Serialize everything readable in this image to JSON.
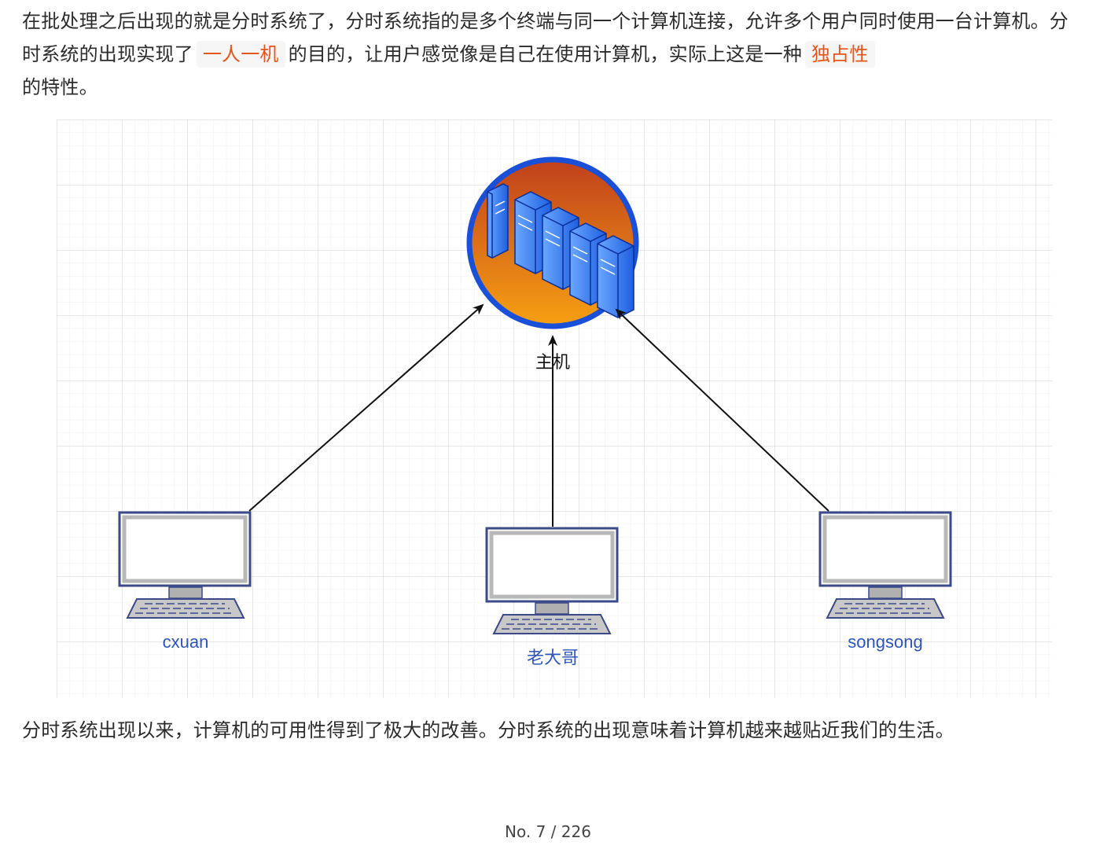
{
  "paragraph1": {
    "part1": "在批处理之后出现的就是分时系统了，分时系统指的是多个终端与同一个计算机连接，允许多个用户同时使用一台计算机。分时系统的出现实现了",
    "highlight1": "一人一机",
    "part2": "的目的，让用户感觉像是自己在使用计算机，实际上这是一种",
    "highlight2": "独占性",
    "part3": "的特性。"
  },
  "diagram": {
    "host_label": "主机",
    "terminals": [
      {
        "label": "cxuan"
      },
      {
        "label": "老大哥"
      },
      {
        "label": "songsong"
      }
    ],
    "colors": {
      "host_ring": "#1a4fd8",
      "host_fill_top": "#c3461a",
      "host_fill_bottom": "#f59a12",
      "server_blue": "#2a6fe8",
      "monitor_frame": "#3d4a8a",
      "terminal_label": "#2d55b8",
      "grid": "#e3e3e3"
    }
  },
  "paragraph2": "分时系统出现以来，计算机的可用性得到了极大的改善。分时系统的出现意味着计算机越来越贴近我们的生活。",
  "page_number": "No. 7 / 226"
}
